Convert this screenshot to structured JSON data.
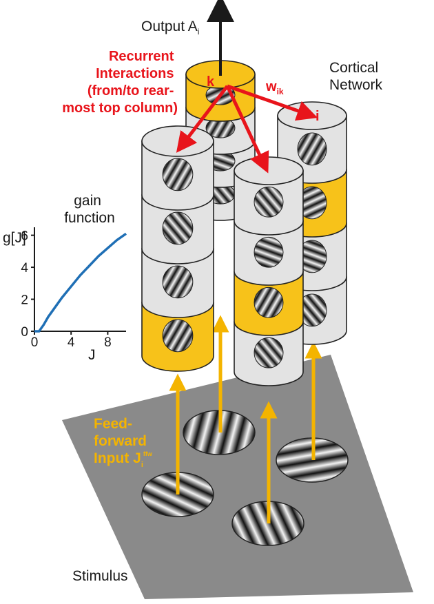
{
  "colors": {
    "active_column": "#f7c21a",
    "inactive_column": "#e3e3e3",
    "recurrent": "#e8141b",
    "feedforward": "#f4b400",
    "plane": "#8a8a8a",
    "gain_curve": "#1f6fb5"
  },
  "labels": {
    "output": "Output A",
    "output_sub": "i",
    "recurrent": [
      "Recurrent",
      "Interactions",
      "(from/to rear-",
      "most top column)"
    ],
    "node_k": "k",
    "node_i": "i",
    "weight": "w",
    "weight_sub": "ik",
    "cortical": [
      "Cortical",
      "Network"
    ],
    "feedforward": [
      "Feed-",
      "forward",
      "Input J"
    ],
    "feedforward_sub": "i",
    "feedforward_sup": "ffw",
    "stimulus": "Stimulus"
  },
  "gain_plot": {
    "title": [
      "gain",
      "function"
    ],
    "ylabel": "g[J]",
    "xlabel": "J",
    "yticks": [
      "0",
      "2",
      "4",
      "6"
    ],
    "xticks": [
      "0",
      "4",
      "8"
    ]
  },
  "chart_data": {
    "type": "line",
    "title": "gain function",
    "xlabel": "J",
    "ylabel": "g[J]",
    "xlim": [
      0,
      10
    ],
    "ylim": [
      0,
      6.5
    ],
    "series": [
      {
        "x": [
          0,
          0.5,
          1,
          1.5,
          2,
          3,
          4,
          5,
          6,
          7,
          8,
          9,
          10
        ],
        "values": [
          0,
          0,
          0.4,
          0.9,
          1.3,
          2.1,
          2.8,
          3.5,
          4.1,
          4.7,
          5.2,
          5.7,
          6.1
        ]
      }
    ]
  }
}
